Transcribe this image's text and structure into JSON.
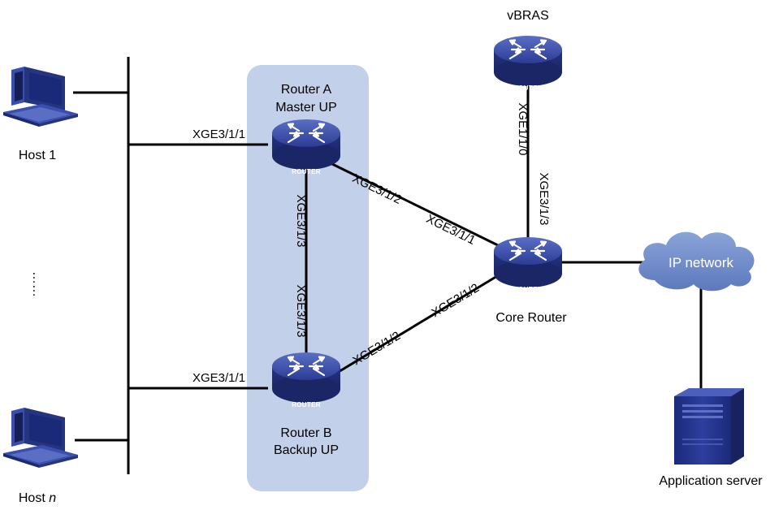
{
  "colors": {
    "redundancy_group_bg": "#c3d0e9",
    "router_blue": "#2f3f9c",
    "cloud_blue": "#6f8ccb",
    "line": "#000000"
  },
  "icons": {
    "router": "router-icon",
    "host": "desktop-computer-icon",
    "cloud": "cloud-icon",
    "server": "tower-server-icon"
  },
  "hosts": {
    "host1": {
      "label": "Host 1"
    },
    "hostn": {
      "label_prefix": "Host ",
      "label_var": "n"
    },
    "ellipsis": "……"
  },
  "routers": {
    "router_a": {
      "name": "Router A",
      "role": "Master UP",
      "badge": "ROUTER"
    },
    "router_b": {
      "name": "Router B",
      "role": "Backup UP",
      "badge": "ROUTER"
    },
    "vbras": {
      "name": "vBRAS",
      "badge": "ROUTER"
    },
    "core": {
      "name": "Core Router",
      "badge": "ROUTER"
    }
  },
  "cloud": {
    "label": "IP network"
  },
  "server": {
    "label": "Application server"
  },
  "ports": {
    "a_to_lan": "XGE3/1/1",
    "a_to_b": "XGE3/1/3",
    "a_to_core": "XGE3/1/2",
    "b_to_lan": "XGE3/1/1",
    "b_to_a": "XGE3/1/3",
    "b_to_core": "XGE3/1/2",
    "core_to_a": "XGE3/1/1",
    "core_to_b": "XGE3/1/2",
    "core_to_vbras": "XGE3/1/3",
    "vbras_to_core": "XGE1/1/0"
  }
}
